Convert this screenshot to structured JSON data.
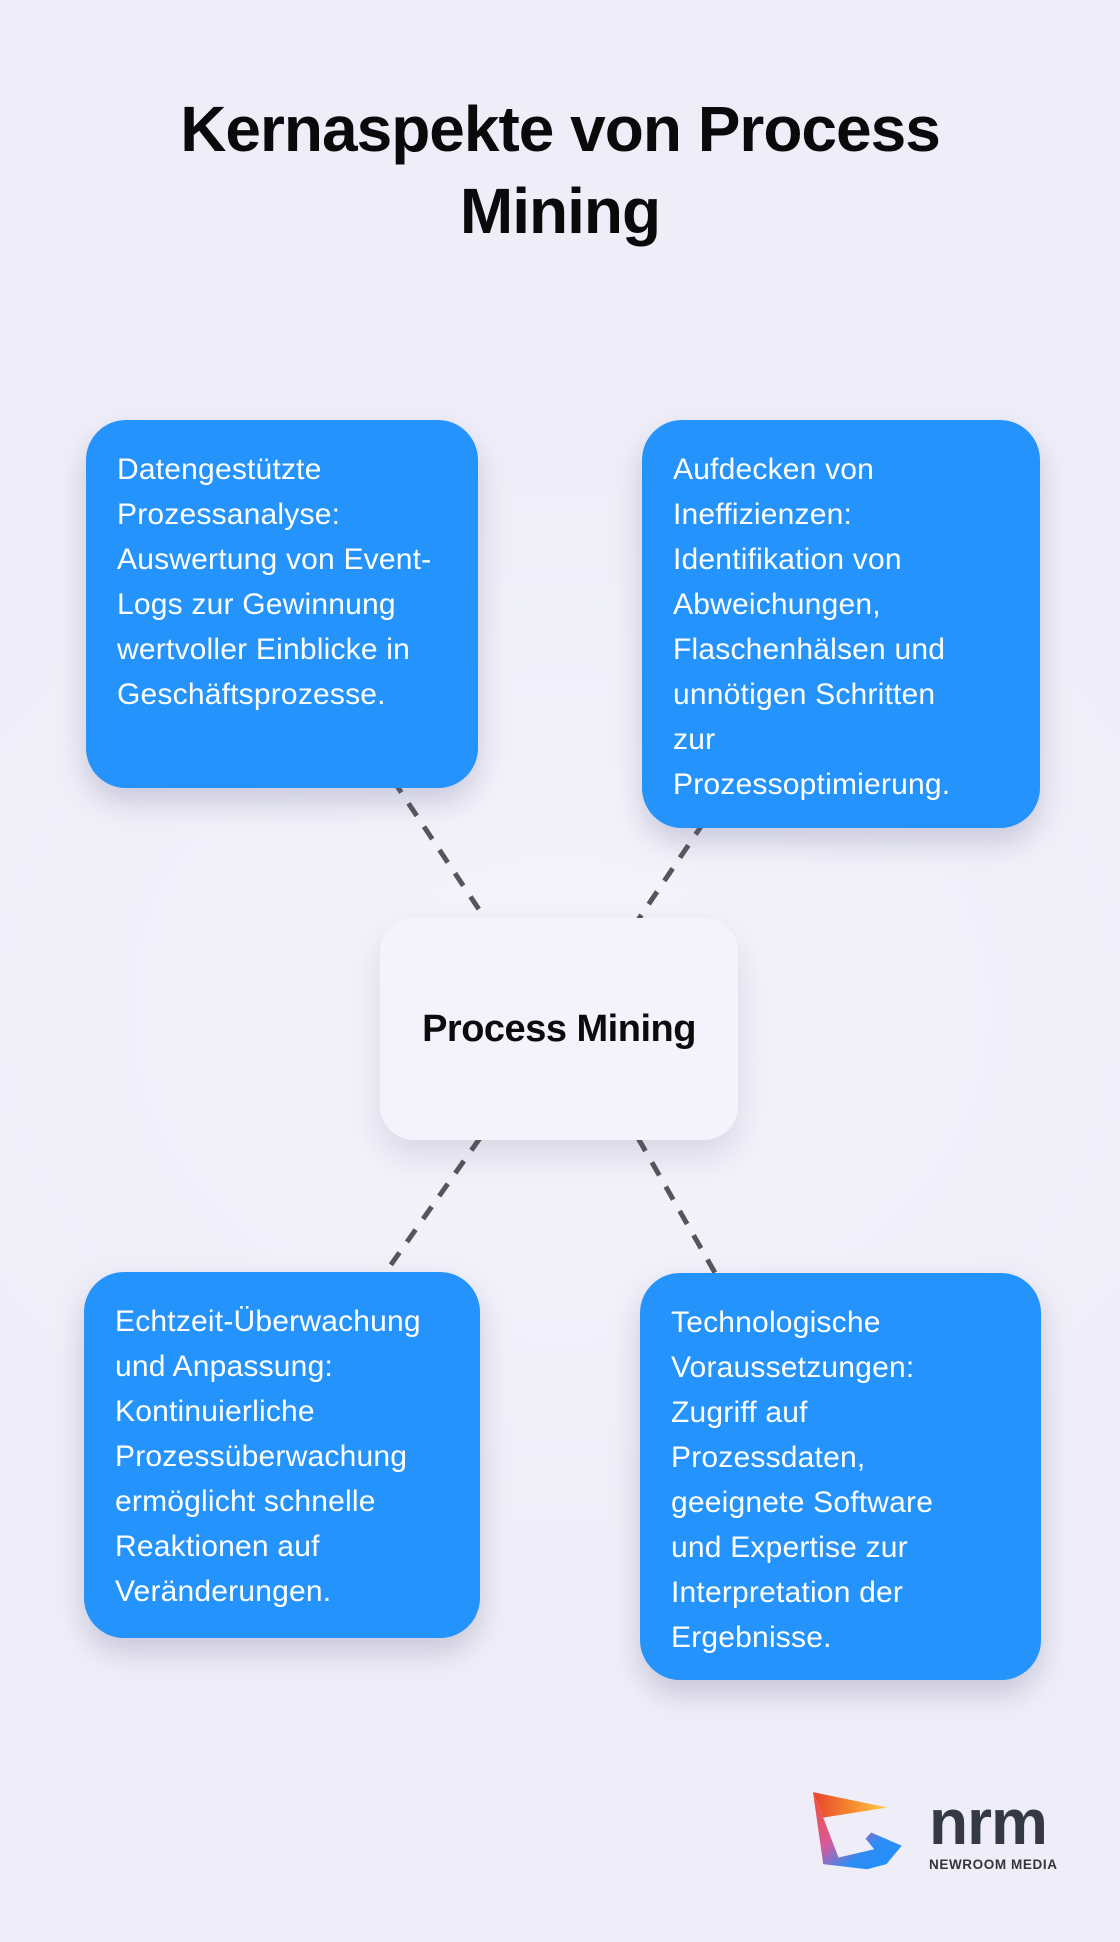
{
  "title": "Kernaspekte von Process Mining",
  "center_label": "Process Mining",
  "cards": [
    {
      "position": "top-left",
      "text": "Datengestützte Prozessanalyse: Auswertung von Event-Logs zur Gewinnung wertvoller Einblicke in Geschäftsprozesse."
    },
    {
      "position": "top-right",
      "text": "Aufdecken von Ineffizienzen: Identifikation von Abweichungen, Flaschenhälsen und unnötigen Schritten zur Prozessoptimierung."
    },
    {
      "position": "bottom-left",
      "text": "Echtzeit-Überwachung und Anpassung: Kontinuierliche Prozessüberwachung ermöglicht schnelle Reaktionen auf Veränderungen."
    },
    {
      "position": "bottom-right",
      "text": "Technologische Voraussetzungen: Zugriff auf Prozessdaten, geeignete Software und Expertise zur Interpretation der Ergebnisse."
    }
  ],
  "logo": {
    "wordmark": "nrm",
    "subtitle": "NEWROOM MEDIA"
  },
  "colors": {
    "background": "#EFEEF8",
    "card_blue": "#2493FB",
    "card_text": "#FFFFFF",
    "center_box": "#F4F3FB",
    "dashed_line": "#55555A",
    "title_text": "#0A0A0C",
    "logo_text": "#343942",
    "logo_gradient_top": [
      "#E8442E",
      "#F78E2E",
      "#FDCF4C"
    ],
    "logo_gradient_body": [
      "#F2512E",
      "#D75A9B",
      "#2F8CF5",
      "#1E90FB"
    ]
  }
}
